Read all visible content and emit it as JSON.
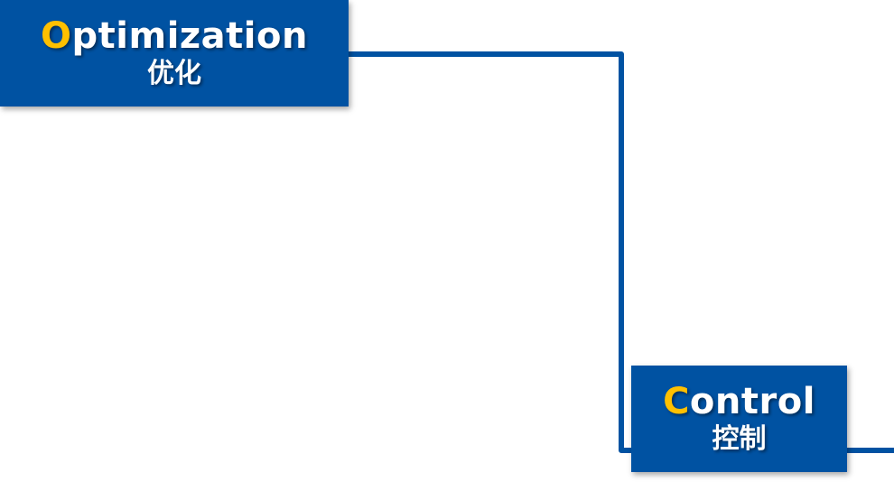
{
  "nodes": [
    {
      "id": "optimization",
      "initial": "O",
      "rest": "ptimization",
      "chinese": "优化"
    },
    {
      "id": "control",
      "initial": "C",
      "rest": "ontrol",
      "chinese": "控制"
    }
  ],
  "colors": {
    "box_fill": "#0052a2",
    "connector": "#0052a2",
    "initial_letter": "#ffc000",
    "text": "#ffffff"
  }
}
